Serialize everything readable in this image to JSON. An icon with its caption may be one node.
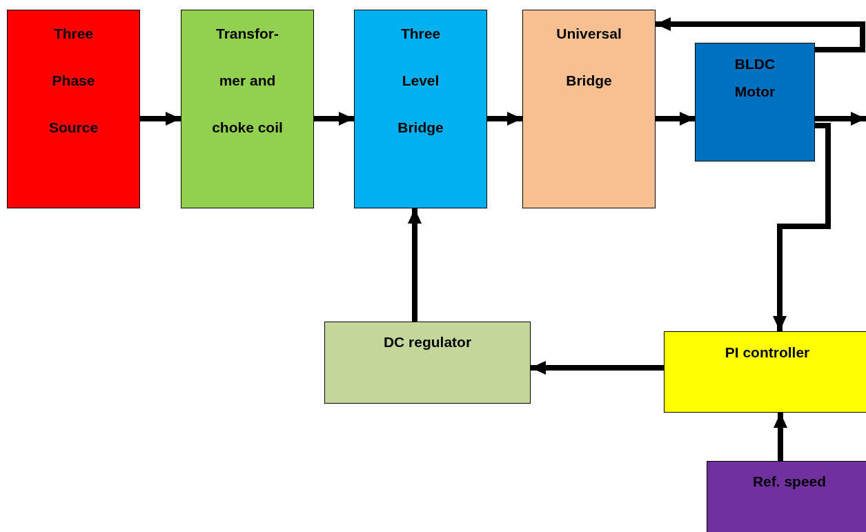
{
  "diagram": {
    "nodes": [
      {
        "text": [
          "Three Phase Source"
        ]
      },
      {
        "text": [
          "Transfor- mer and choke coil"
        ]
      },
      {
        "text": [
          "Three Level Bridge"
        ]
      },
      {
        "text": [
          "Universal Bridge"
        ]
      },
      {
        "text": [
          "BLDC Motor"
        ]
      },
      {
        "text": [
          "DC regulator"
        ]
      },
      {
        "text": [
          "PI controller"
        ]
      },
      {
        "text": [
          "Ref. speed"
        ]
      }
    ],
    "edges": [
      {
        "from": 0,
        "to": 1,
        "arrow": "to"
      },
      {
        "from": 1,
        "to": 2,
        "arrow": "to"
      },
      {
        "from": 2,
        "to": 3,
        "arrow": "to"
      },
      {
        "from": 3,
        "to": 4,
        "arrow": "to"
      },
      {
        "from": 4,
        "to": null,
        "arrow": "to"
      },
      {
        "from": 4,
        "to": 3,
        "arrow": "to"
      },
      {
        "from": 4,
        "to": 6,
        "arrow": "to"
      },
      {
        "from": 6,
        "to": 5,
        "arrow": "to"
      },
      {
        "from": 5,
        "to": 2,
        "arrow": "to"
      },
      {
        "from": 7,
        "to": 6,
        "arrow": "to"
      }
    ]
  }
}
